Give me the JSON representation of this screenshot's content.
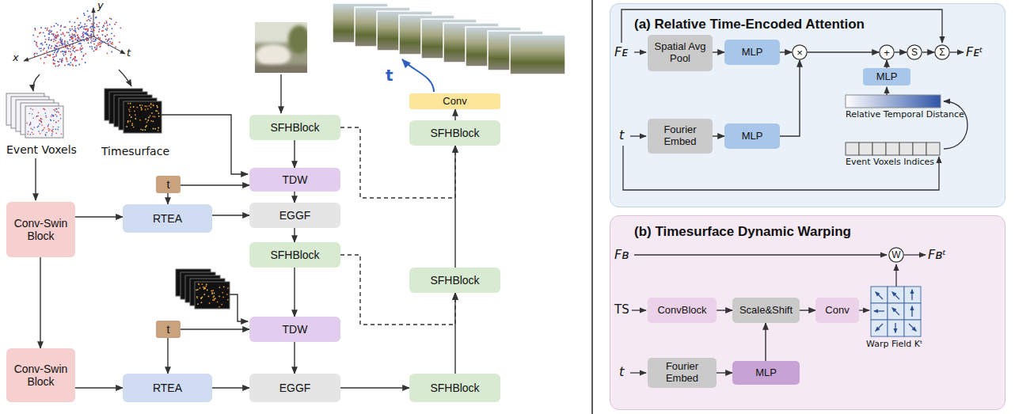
{
  "diagram": {
    "nodes": [
      {
        "text": [
          "Conv-Swin Block"
        ]
      },
      {
        "text": [
          "Conv-Swin Block"
        ]
      },
      {
        "text": [
          "t"
        ]
      },
      {
        "text": [
          "t"
        ]
      },
      {
        "text": [
          "RTEA"
        ]
      },
      {
        "text": [
          "RTEA"
        ]
      },
      {
        "text": [
          "SFHBlock"
        ]
      },
      {
        "text": [
          "TDW"
        ]
      },
      {
        "text": [
          "EGGF"
        ]
      },
      {
        "text": [
          "SFHBlock"
        ]
      },
      {
        "text": [
          "TDW"
        ]
      },
      {
        "text": [
          "EGGF"
        ]
      },
      {
        "text": [
          "SFHBlock"
        ]
      },
      {
        "text": [
          "SFHBlock"
        ]
      },
      {
        "text": [
          "SFHBlock"
        ]
      },
      {
        "text": [
          "Conv"
        ]
      },
      {
        "text": [
          "(a) Relative Time-Encoded Attention"
        ]
      },
      {
        "text": [
          "Spatial Avg Pool"
        ],
        "in": 16
      },
      {
        "text": [
          "MLP"
        ],
        "in": 16
      },
      {
        "text": [
          "×"
        ],
        "in": 16
      },
      {
        "text": [
          "+"
        ],
        "in": 16
      },
      {
        "text": [
          "S"
        ],
        "in": 16
      },
      {
        "text": [
          "Σ"
        ],
        "in": 16
      },
      {
        "text": [
          "Fourier Embed"
        ],
        "in": 16
      },
      {
        "text": [
          "MLP"
        ],
        "in": 16
      },
      {
        "text": [
          "MLP"
        ],
        "in": 16
      },
      {
        "text": [
          "(b) Timesurface Dynamic Warping"
        ]
      },
      {
        "text": [
          "W"
        ],
        "in": 26
      },
      {
        "text": [
          "ConvBlock"
        ],
        "in": 26
      },
      {
        "text": [
          "Scale&Shift"
        ],
        "in": 26
      },
      {
        "text": [
          "Conv"
        ],
        "in": 26
      },
      {
        "text": [
          "Fourier Embed"
        ],
        "in": 26
      },
      {
        "text": [
          "MLP"
        ],
        "in": 26
      }
    ],
    "edges": [
      {
        "from": 0,
        "to": 1,
        "arrow": "to"
      },
      {
        "from": 0,
        "to": 4,
        "arrow": "to"
      },
      {
        "from": 1,
        "to": 5,
        "arrow": "to"
      },
      {
        "from": 2,
        "to": 7,
        "arrow": "to"
      },
      {
        "from": 2,
        "to": 4,
        "arrow": "to"
      },
      {
        "from": 3,
        "to": 10,
        "arrow": "to"
      },
      {
        "from": 3,
        "to": 5,
        "arrow": "to"
      },
      {
        "from": 4,
        "to": 8,
        "arrow": "to"
      },
      {
        "from": 5,
        "to": 11,
        "arrow": "to"
      },
      {
        "from": 6,
        "to": 7,
        "arrow": "to"
      },
      {
        "from": 7,
        "to": 8,
        "arrow": "to"
      },
      {
        "from": 8,
        "to": 9,
        "arrow": "to"
      },
      {
        "from": 9,
        "to": 10,
        "arrow": "to"
      },
      {
        "from": 10,
        "to": 11,
        "arrow": "to"
      },
      {
        "from": 11,
        "to": 12,
        "arrow": "to"
      },
      {
        "from": 12,
        "to": 13,
        "arrow": "to"
      },
      {
        "from": 13,
        "to": 14,
        "arrow": "to"
      },
      {
        "from": 14,
        "to": 15,
        "arrow": "to"
      },
      {
        "from": 6,
        "to": 14,
        "arrow": "to"
      },
      {
        "from": 9,
        "to": 13,
        "arrow": "to"
      },
      {
        "from": 17,
        "to": 18,
        "arrow": "to"
      },
      {
        "from": 18,
        "to": 19,
        "arrow": "to"
      },
      {
        "from": 23,
        "to": 24,
        "arrow": "to"
      },
      {
        "from": 24,
        "to": 19,
        "arrow": "to"
      },
      {
        "from": 19,
        "to": 20,
        "arrow": "to"
      },
      {
        "from": 25,
        "to": 20,
        "arrow": "to"
      },
      {
        "from": 20,
        "to": 21,
        "arrow": "to"
      },
      {
        "from": 21,
        "to": 22,
        "arrow": "to"
      },
      {
        "from": 28,
        "to": 29,
        "arrow": "to"
      },
      {
        "from": 29,
        "to": 30,
        "arrow": "to"
      },
      {
        "from": 31,
        "to": 32,
        "arrow": "to"
      },
      {
        "from": 32,
        "to": 29,
        "arrow": "to"
      }
    ],
    "labels": [
      "y",
      "x",
      "t",
      "Event Voxels",
      "Timesurface",
      "t",
      "Fᴇ",
      "t",
      "Relative Temporal Distance",
      "Event Voxels Indices",
      "Fᴇᵗ",
      "Fʙ",
      "TS",
      "t",
      "Warp Field Kᵗ",
      "Fʙᵗ"
    ]
  }
}
